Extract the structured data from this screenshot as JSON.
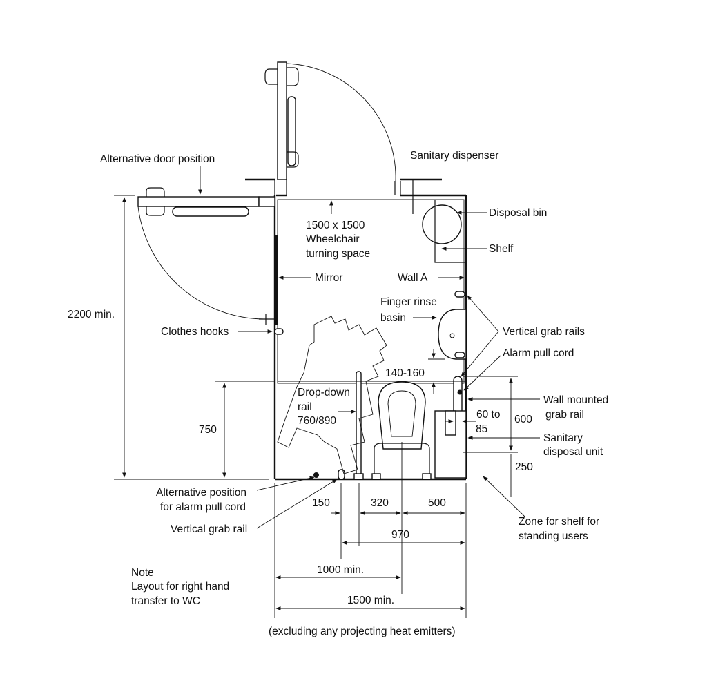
{
  "labels": {
    "alt_door": "Alternative door position",
    "sanitary_dispenser": "Sanitary dispenser",
    "disposal_bin": "Disposal bin",
    "turning_1": "1500 x 1500",
    "turning_2": "Wheelchair",
    "turning_3": "turning space",
    "shelf": "Shelf",
    "mirror": "Mirror",
    "wall_a": "Wall A",
    "finger_rinse_1": "Finger rinse",
    "finger_rinse_2": "basin",
    "clothes_hooks": "Clothes hooks",
    "vertical_grab_rails": "Vertical grab rails",
    "alarm_pull_cord": "Alarm pull cord",
    "drop_down_1": "Drop-down",
    "drop_down_2": "rail",
    "drop_down_3": "760/890",
    "wall_mounted_1": "Wall mounted",
    "wall_mounted_2": "grab rail",
    "sanitary_unit_1": "Sanitary",
    "sanitary_unit_2": "disposal unit",
    "alt_alarm_1": "Alternative position",
    "alt_alarm_2": "for alarm pull cord",
    "vertical_grab_rail": "Vertical grab rail",
    "zone_shelf_1": "Zone for shelf for",
    "zone_shelf_2": "standing users",
    "note_1": "Note",
    "note_2": "Layout for right hand",
    "note_3": "transfer to WC",
    "footer": "(excluding any projecting heat emitters)"
  },
  "dimensions": {
    "h_2200": "2200 min.",
    "h_750": "750",
    "d_140_160": "140-160",
    "d_60_1": "60 to",
    "d_60_2": "85",
    "d_600": "600",
    "d_250": "250",
    "d_150": "150",
    "d_320": "320",
    "d_500": "500",
    "d_970": "970",
    "d_1000": "1000 min.",
    "d_1500": "1500 min."
  }
}
